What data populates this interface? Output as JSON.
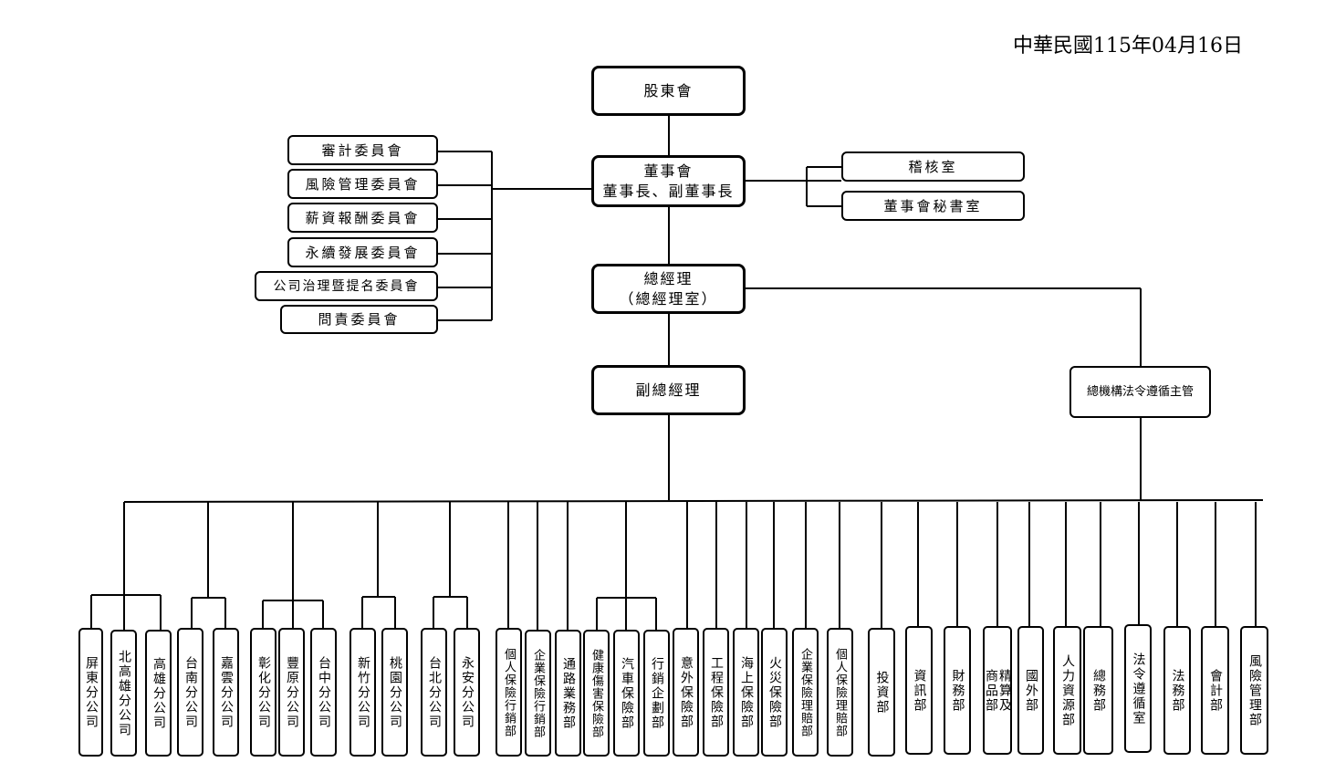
{
  "date": "中華民國115年04月16日",
  "top": {
    "shareholders": "股東會",
    "board": [
      "董事會",
      "董事長、副董事長"
    ],
    "president": [
      "總經理",
      "（總經理室）"
    ],
    "vp": "副總經理",
    "compliance": "總機構法令遵循主管"
  },
  "committees": [
    "審計委員會",
    "風險管理委員會",
    "薪資報酬委員會",
    "永續發展委員會",
    "公司治理暨提名委員會",
    "問責委員會"
  ],
  "board_units": [
    "稽核室",
    "董事會秘書室"
  ],
  "units": [
    [
      "屏東分公司"
    ],
    [
      "北高雄分公司"
    ],
    [
      "高雄分公司"
    ],
    [
      "台南分公司"
    ],
    [
      "嘉雲分公司"
    ],
    [
      "彰化分公司"
    ],
    [
      "豐原分公司"
    ],
    [
      "台中分公司"
    ],
    [
      "新竹分公司"
    ],
    [
      "桃園分公司"
    ],
    [
      "台北分公司"
    ],
    [
      "永安分公司"
    ],
    [
      "個人保險行銷部"
    ],
    [
      "企業保險行銷部"
    ],
    [
      "通路業務部"
    ],
    [
      "健康傷害保險部"
    ],
    [
      "汽車保險部"
    ],
    [
      "行銷企劃部"
    ],
    [
      "意外保險部"
    ],
    [
      "工程保險部"
    ],
    [
      "海上保險部"
    ],
    [
      "火災保險部"
    ],
    [
      "企業保險理賠部"
    ],
    [
      "個人保險理賠部"
    ],
    [
      "投資部"
    ],
    [
      "資訊部"
    ],
    [
      "財務部"
    ],
    [
      "精算及",
      "商品部"
    ],
    [
      "國外部"
    ],
    [
      "人力資源部"
    ],
    [
      "總務部"
    ],
    [
      "法令遵循室"
    ],
    [
      "法務部"
    ],
    [
      "會計部"
    ],
    [
      "風險管理部"
    ]
  ]
}
